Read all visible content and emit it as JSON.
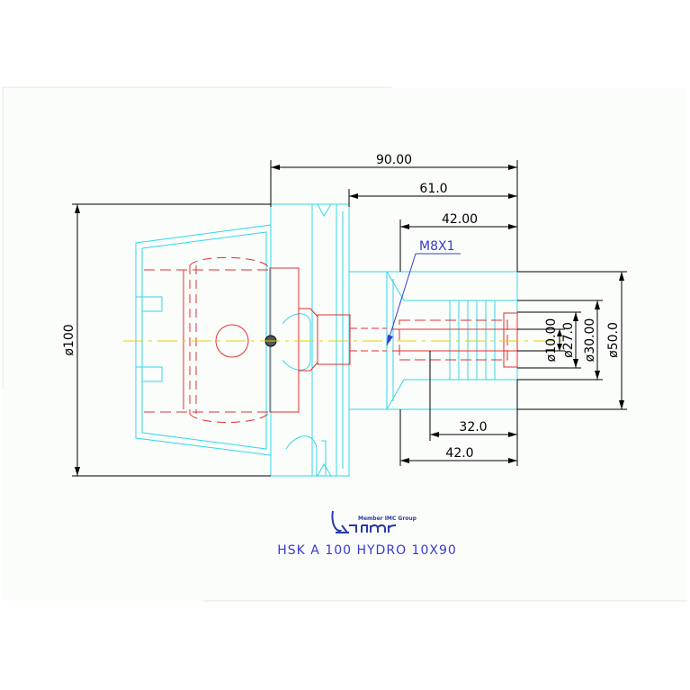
{
  "colors": {
    "paper": "#fbfdfb",
    "frame": "#e3e8e3",
    "dimension": "#000000",
    "body_outline": "#30d8e8",
    "hidden_detail": "#e03030",
    "centerline": "#e8d000",
    "text_blue": "#3a3ad0"
  },
  "dimensions": {
    "overall_length": "90.00",
    "flange_to_end": "61.0",
    "nose_length": "42.00",
    "bore_depth": "32.0",
    "clamp_length": "42.0",
    "shank_diameter": "ø100",
    "bore_diameter": "ø10.00",
    "inner_diameter": "ø27.0",
    "sleeve_diameter": "ø30.00",
    "nose_diameter": "ø50.0"
  },
  "callout": {
    "thread": "M8X1"
  },
  "logo": {
    "tagline": "Member IMC Group",
    "icon": "iscar-logo-icon"
  },
  "title": "HSK A 100 HYDRO 10X90"
}
